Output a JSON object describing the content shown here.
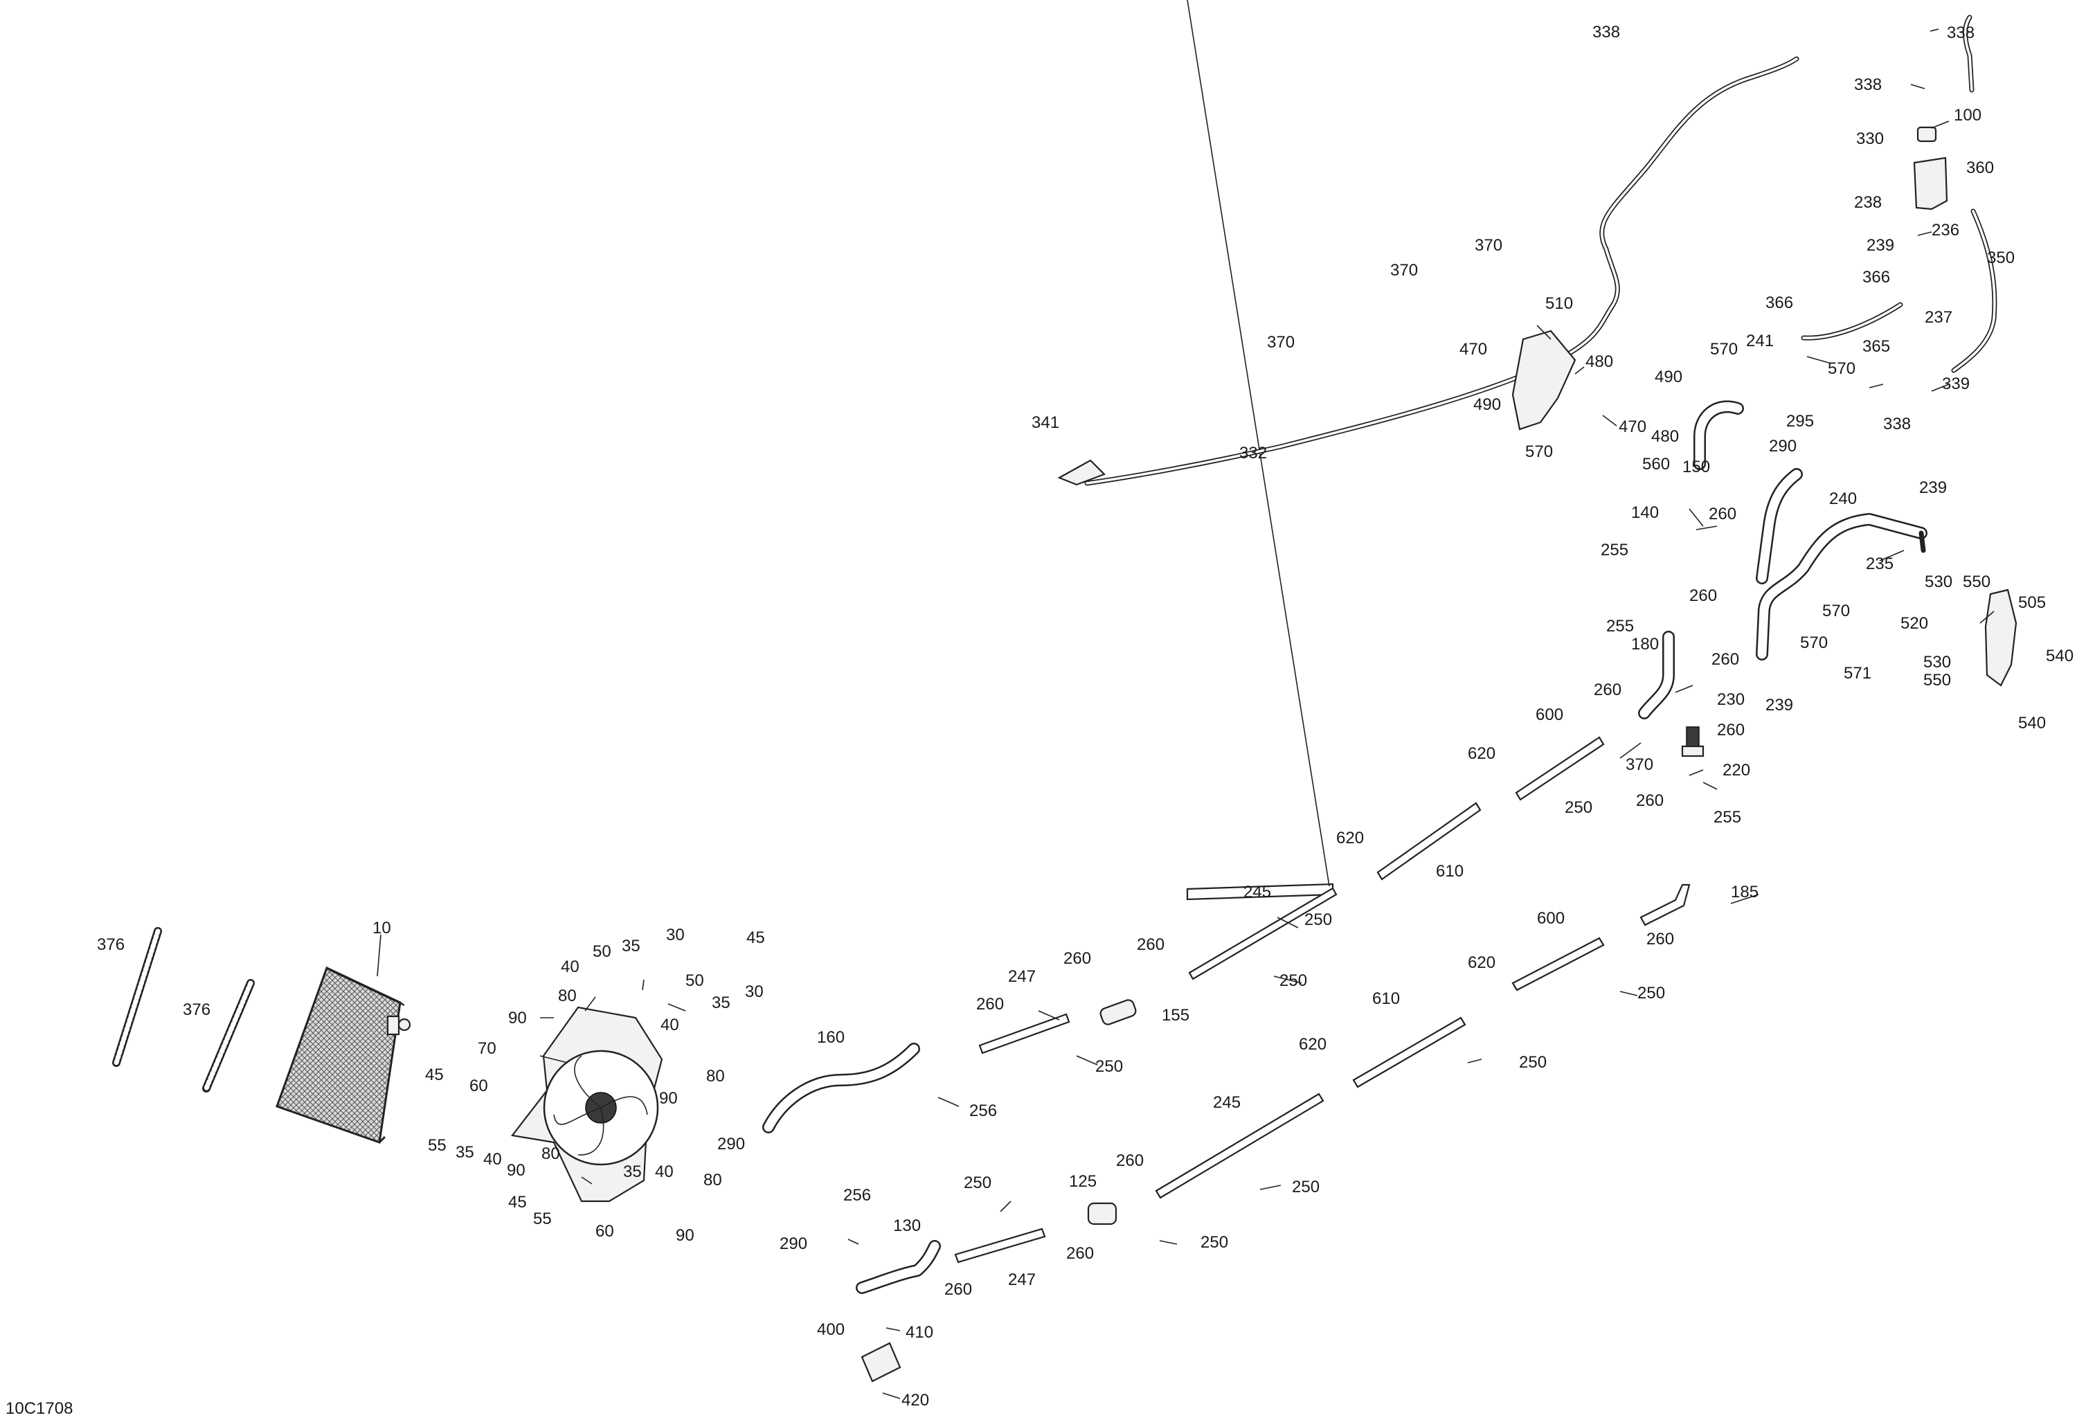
{
  "diagram_code": "10C1708",
  "callouts": [
    {
      "id": "c338a",
      "text": "338"
    },
    {
      "id": "c338b",
      "text": "338"
    },
    {
      "id": "c338c",
      "text": "338"
    },
    {
      "id": "c100",
      "text": "100"
    },
    {
      "id": "c330",
      "text": "330"
    },
    {
      "id": "c360",
      "text": "360"
    },
    {
      "id": "c238",
      "text": "238"
    },
    {
      "id": "c236",
      "text": "236"
    },
    {
      "id": "c350",
      "text": "350"
    },
    {
      "id": "c239a",
      "text": "239"
    },
    {
      "id": "c366a",
      "text": "366"
    },
    {
      "id": "c366b",
      "text": "366"
    },
    {
      "id": "c237",
      "text": "237"
    },
    {
      "id": "c365",
      "text": "365"
    },
    {
      "id": "c370a",
      "text": "370"
    },
    {
      "id": "c370b",
      "text": "370"
    },
    {
      "id": "c510",
      "text": "510"
    },
    {
      "id": "c570a",
      "text": "570"
    },
    {
      "id": "c241",
      "text": "241"
    },
    {
      "id": "c570b",
      "text": "570"
    },
    {
      "id": "c370c",
      "text": "370"
    },
    {
      "id": "c470a",
      "text": "470"
    },
    {
      "id": "c480a",
      "text": "480"
    },
    {
      "id": "c490a",
      "text": "490"
    },
    {
      "id": "c339",
      "text": "339"
    },
    {
      "id": "c338d",
      "text": "338"
    },
    {
      "id": "c341",
      "text": "341"
    },
    {
      "id": "c490b",
      "text": "490"
    },
    {
      "id": "c470b",
      "text": "470"
    },
    {
      "id": "c295",
      "text": "295"
    },
    {
      "id": "c480b",
      "text": "480"
    },
    {
      "id": "c290a",
      "text": "290"
    },
    {
      "id": "c570c",
      "text": "570"
    },
    {
      "id": "c332",
      "text": "332"
    },
    {
      "id": "c150",
      "text": "150"
    },
    {
      "id": "c560",
      "text": "560"
    },
    {
      "id": "c239b",
      "text": "239"
    },
    {
      "id": "c240",
      "text": "240"
    },
    {
      "id": "c140",
      "text": "140"
    },
    {
      "id": "c260a",
      "text": "260"
    },
    {
      "id": "c235",
      "text": "235"
    },
    {
      "id": "c255a",
      "text": "255"
    },
    {
      "id": "c530a",
      "text": "530"
    },
    {
      "id": "c550a",
      "text": "550"
    },
    {
      "id": "c260b",
      "text": "260"
    },
    {
      "id": "c570d",
      "text": "570"
    },
    {
      "id": "c505",
      "text": "505"
    },
    {
      "id": "c520",
      "text": "520"
    },
    {
      "id": "c255b",
      "text": "255"
    },
    {
      "id": "c570e",
      "text": "570"
    },
    {
      "id": "c180",
      "text": "180"
    },
    {
      "id": "c260c",
      "text": "260"
    },
    {
      "id": "c530b",
      "text": "530"
    },
    {
      "id": "c540a",
      "text": "540"
    },
    {
      "id": "c571",
      "text": "571"
    },
    {
      "id": "c550b",
      "text": "550"
    },
    {
      "id": "c239c",
      "text": "239"
    },
    {
      "id": "c230",
      "text": "230"
    },
    {
      "id": "c260d",
      "text": "260"
    },
    {
      "id": "c600a",
      "text": "600"
    },
    {
      "id": "c260e",
      "text": "260"
    },
    {
      "id": "c540b",
      "text": "540"
    },
    {
      "id": "c620a",
      "text": "620"
    },
    {
      "id": "c370d",
      "text": "370"
    },
    {
      "id": "c220",
      "text": "220"
    },
    {
      "id": "c250a",
      "text": "250"
    },
    {
      "id": "c260f",
      "text": "260"
    },
    {
      "id": "c255c",
      "text": "255"
    },
    {
      "id": "c620b",
      "text": "620"
    },
    {
      "id": "c610a",
      "text": "610"
    },
    {
      "id": "c185",
      "text": "185"
    },
    {
      "id": "c245a",
      "text": "245"
    },
    {
      "id": "c600b",
      "text": "600"
    },
    {
      "id": "c250b",
      "text": "250"
    },
    {
      "id": "c260g",
      "text": "260"
    },
    {
      "id": "c10",
      "text": "10"
    },
    {
      "id": "c376a",
      "text": "376"
    },
    {
      "id": "c50a",
      "text": "50"
    },
    {
      "id": "c35a",
      "text": "35"
    },
    {
      "id": "c30a",
      "text": "30"
    },
    {
      "id": "c45a",
      "text": "45"
    },
    {
      "id": "c40a",
      "text": "40"
    },
    {
      "id": "c260h",
      "text": "260"
    },
    {
      "id": "c260i",
      "text": "260"
    },
    {
      "id": "c620c",
      "text": "620"
    },
    {
      "id": "c250c",
      "text": "250"
    },
    {
      "id": "c250d",
      "text": "250"
    },
    {
      "id": "c30b",
      "text": "30"
    },
    {
      "id": "c50b",
      "text": "50"
    },
    {
      "id": "c35b",
      "text": "35"
    },
    {
      "id": "c80a",
      "text": "80"
    },
    {
      "id": "c247a",
      "text": "247"
    },
    {
      "id": "c376b",
      "text": "376"
    },
    {
      "id": "c90a",
      "text": "90"
    },
    {
      "id": "c40b",
      "text": "40"
    },
    {
      "id": "c260j",
      "text": "260"
    },
    {
      "id": "c155",
      "text": "155"
    },
    {
      "id": "c610b",
      "text": "610"
    },
    {
      "id": "c70",
      "text": "70"
    },
    {
      "id": "c160",
      "text": "160"
    },
    {
      "id": "c250e",
      "text": "250"
    },
    {
      "id": "c80b",
      "text": "80"
    },
    {
      "id": "c250f",
      "text": "250"
    },
    {
      "id": "c45b",
      "text": "45"
    },
    {
      "id": "c90b",
      "text": "90"
    },
    {
      "id": "c60a",
      "text": "60"
    },
    {
      "id": "c620d",
      "text": "620"
    },
    {
      "id": "c256a",
      "text": "256"
    },
    {
      "id": "c245b",
      "text": "245"
    },
    {
      "id": "c55a",
      "text": "55"
    },
    {
      "id": "c35c",
      "text": "35"
    },
    {
      "id": "c40c",
      "text": "40"
    },
    {
      "id": "c290b",
      "text": "290"
    },
    {
      "id": "c90c",
      "text": "90"
    },
    {
      "id": "c80c",
      "text": "80"
    },
    {
      "id": "c260k",
      "text": "260"
    },
    {
      "id": "c125",
      "text": "125"
    },
    {
      "id": "c35d",
      "text": "35"
    },
    {
      "id": "c40d",
      "text": "40"
    },
    {
      "id": "c80d",
      "text": "80"
    },
    {
      "id": "c45c",
      "text": "45"
    },
    {
      "id": "c250g",
      "text": "250"
    },
    {
      "id": "c250h",
      "text": "250"
    },
    {
      "id": "c55b",
      "text": "55"
    },
    {
      "id": "c60b",
      "text": "60"
    },
    {
      "id": "c90d",
      "text": "90"
    },
    {
      "id": "c256b",
      "text": "256"
    },
    {
      "id": "c130",
      "text": "130"
    },
    {
      "id": "c250i",
      "text": "250"
    },
    {
      "id": "c290c",
      "text": "290"
    },
    {
      "id": "c260l",
      "text": "260"
    },
    {
      "id": "c260m",
      "text": "260"
    },
    {
      "id": "c247b",
      "text": "247"
    },
    {
      "id": "c400",
      "text": "400"
    },
    {
      "id": "c410",
      "text": "410"
    },
    {
      "id": "c420",
      "text": "420"
    }
  ]
}
